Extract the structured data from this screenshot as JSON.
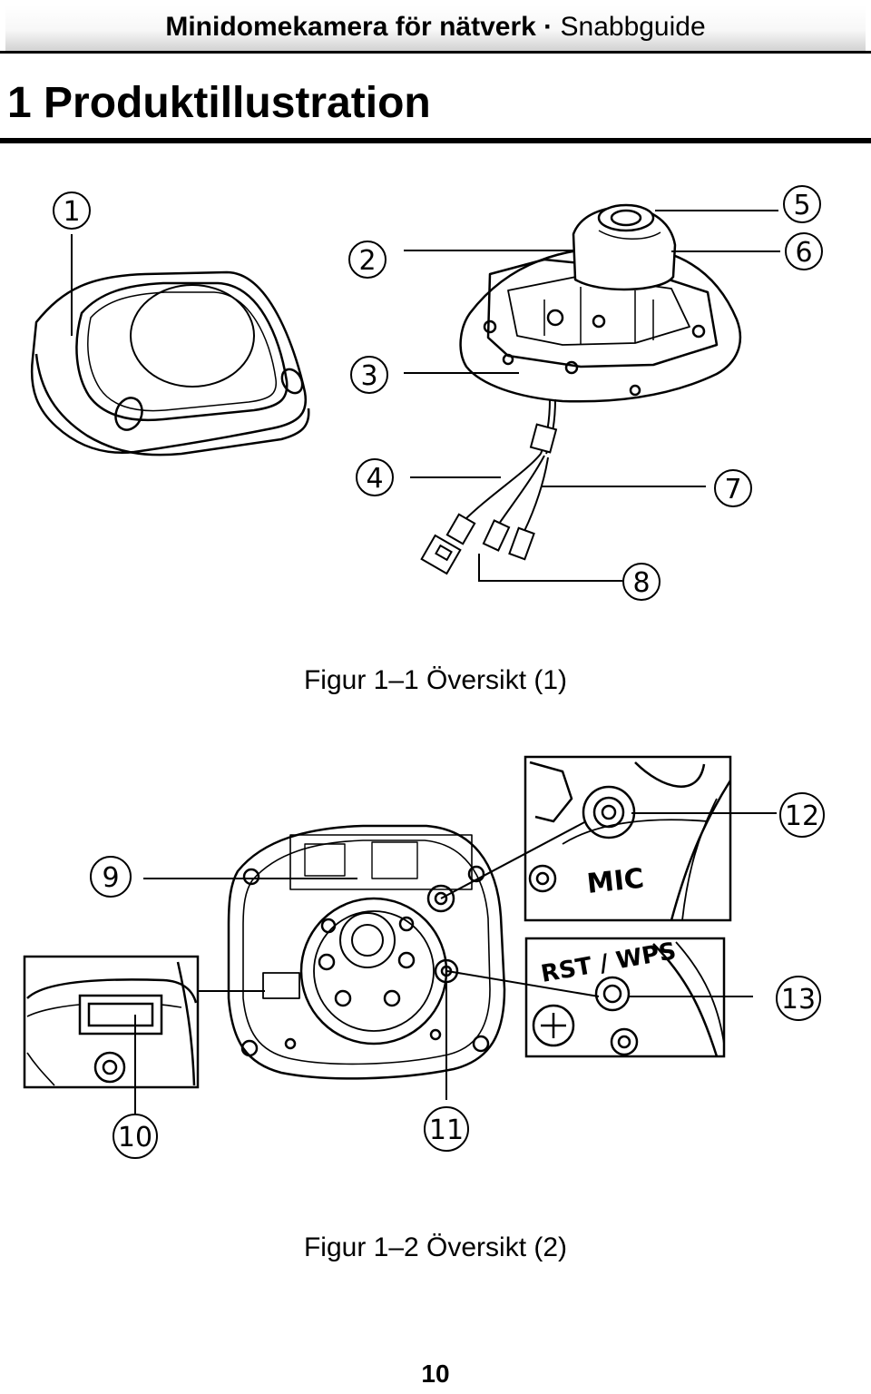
{
  "header": {
    "product": "Minidomekamera för nätverk",
    "separator": "·",
    "guide": "Snabbguide"
  },
  "section": {
    "title": "1 Produktillustration"
  },
  "figure1": {
    "caption": "Figur 1–1 Översikt (1)",
    "callouts": [
      "1",
      "2",
      "3",
      "4",
      "5",
      "6",
      "7",
      "8"
    ]
  },
  "figure2": {
    "caption": "Figur 1–2 Översikt (2)",
    "callouts": [
      "9",
      "10",
      "11",
      "12",
      "13"
    ],
    "inset_labels": {
      "mic": "MIC",
      "rst_wps": "RST / WPS"
    }
  },
  "page": {
    "number": "10"
  }
}
